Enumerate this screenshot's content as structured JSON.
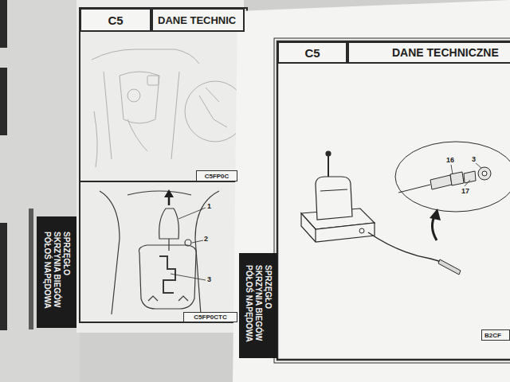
{
  "diagram": {
    "nodes": [
      {
        "text": [
          "C5"
        ]
      },
      {
        "text": [
          "DANE TECHNIC"
        ]
      },
      {
        "text": [
          "C5FP0C"
        ]
      },
      {
        "text": [
          "C5FP0CTC"
        ]
      },
      {
        "text": [
          "SPRZĘGŁO SKRZYNIA BIEGÓW PÓŁOŚ NAPĘDOWA"
        ]
      },
      {
        "text": [
          "C5"
        ]
      },
      {
        "text": [
          "DANE TECHNICZNE"
        ]
      },
      {
        "text": [
          "SPRZĘGŁO SKRZYNIA BIEGÓW PÓŁOŚ NAPĘDOWA"
        ]
      },
      {
        "text": [
          "B2CF"
        ]
      }
    ],
    "labels": [
      "1",
      "2",
      "3",
      "16",
      "3",
      "17"
    ]
  }
}
